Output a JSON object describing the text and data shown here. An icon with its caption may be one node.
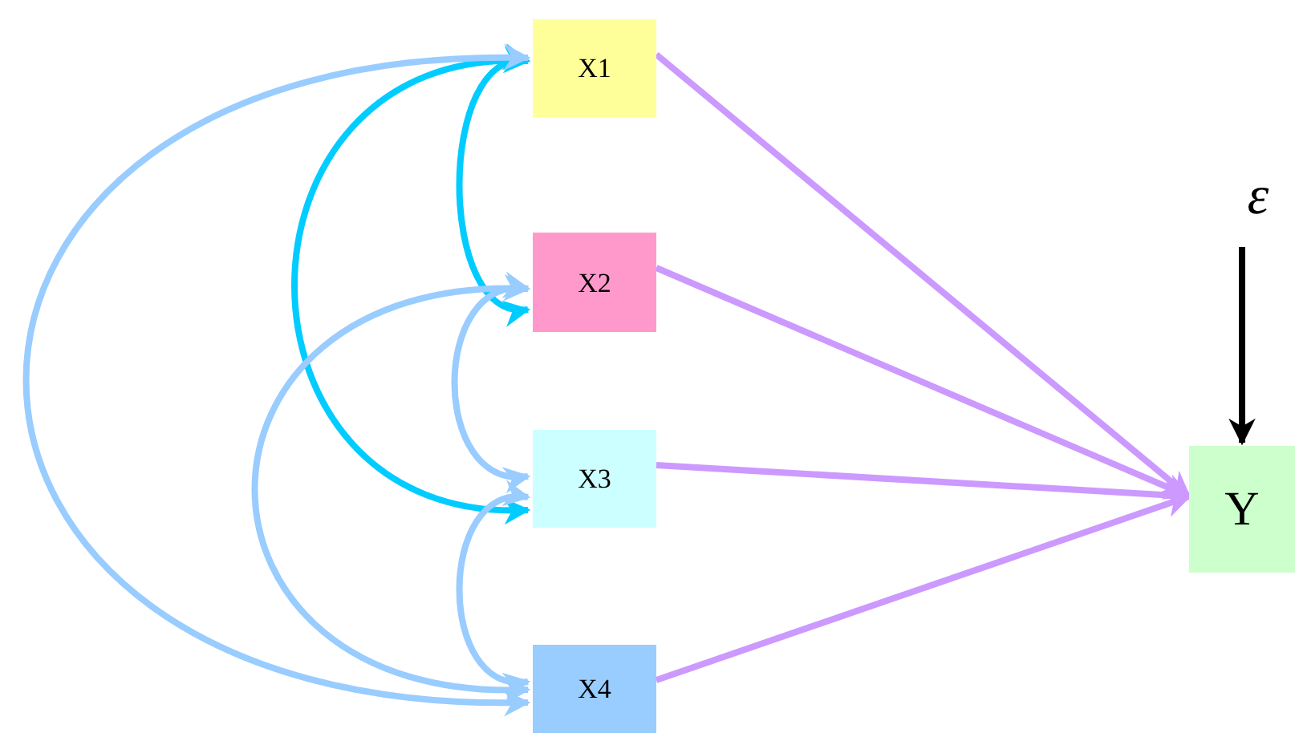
{
  "diagram": {
    "nodes": [
      {
        "text": [
          "X1"
        ]
      },
      {
        "text": [
          "X2"
        ]
      },
      {
        "text": [
          "X3"
        ]
      },
      {
        "text": [
          "X4"
        ]
      },
      {
        "text": [
          "Y"
        ]
      },
      {
        "text": [
          "ε"
        ]
      }
    ],
    "edges": [
      {
        "from": 0,
        "to": 4,
        "arrow": "to",
        "color": "#cc99ff"
      },
      {
        "from": 1,
        "to": 4,
        "arrow": "to",
        "color": "#cc99ff"
      },
      {
        "from": 2,
        "to": 4,
        "arrow": "to",
        "color": "#cc99ff"
      },
      {
        "from": 3,
        "to": 4,
        "arrow": "to",
        "color": "#cc99ff"
      },
      {
        "from": 5,
        "to": 4,
        "arrow": "to",
        "color": "#000000"
      },
      {
        "from": 0,
        "to": 1,
        "arrow": "both",
        "color": "#00ccff"
      },
      {
        "from": 0,
        "to": 2,
        "arrow": "both",
        "color": "#00ccff"
      },
      {
        "from": 0,
        "to": 3,
        "arrow": "both",
        "color": "#99ccff"
      },
      {
        "from": 1,
        "to": 2,
        "arrow": "both",
        "color": "#99ccff"
      },
      {
        "from": 1,
        "to": 3,
        "arrow": "both",
        "color": "#99ccff"
      },
      {
        "from": 2,
        "to": 3,
        "arrow": "both",
        "color": "#99ccff"
      }
    ]
  }
}
